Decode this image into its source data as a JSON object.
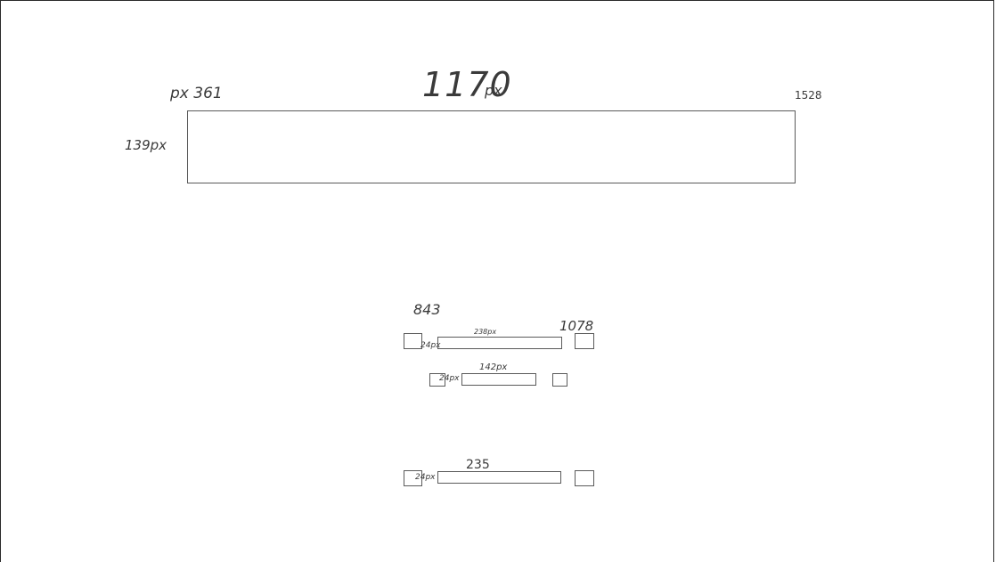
{
  "sketch": {
    "banner": {
      "width_label": "1170",
      "width_unit": "px",
      "left_label": "px 361",
      "right_label": "1528",
      "height_label": "139px"
    },
    "row1": {
      "left_label": "843",
      "right_label": "1078",
      "box_label": "24px",
      "field_label": "238px"
    },
    "row2": {
      "box_label": "24px",
      "field_label": "142px"
    },
    "row3": {
      "field_label": "235",
      "box_label": "24px"
    }
  }
}
